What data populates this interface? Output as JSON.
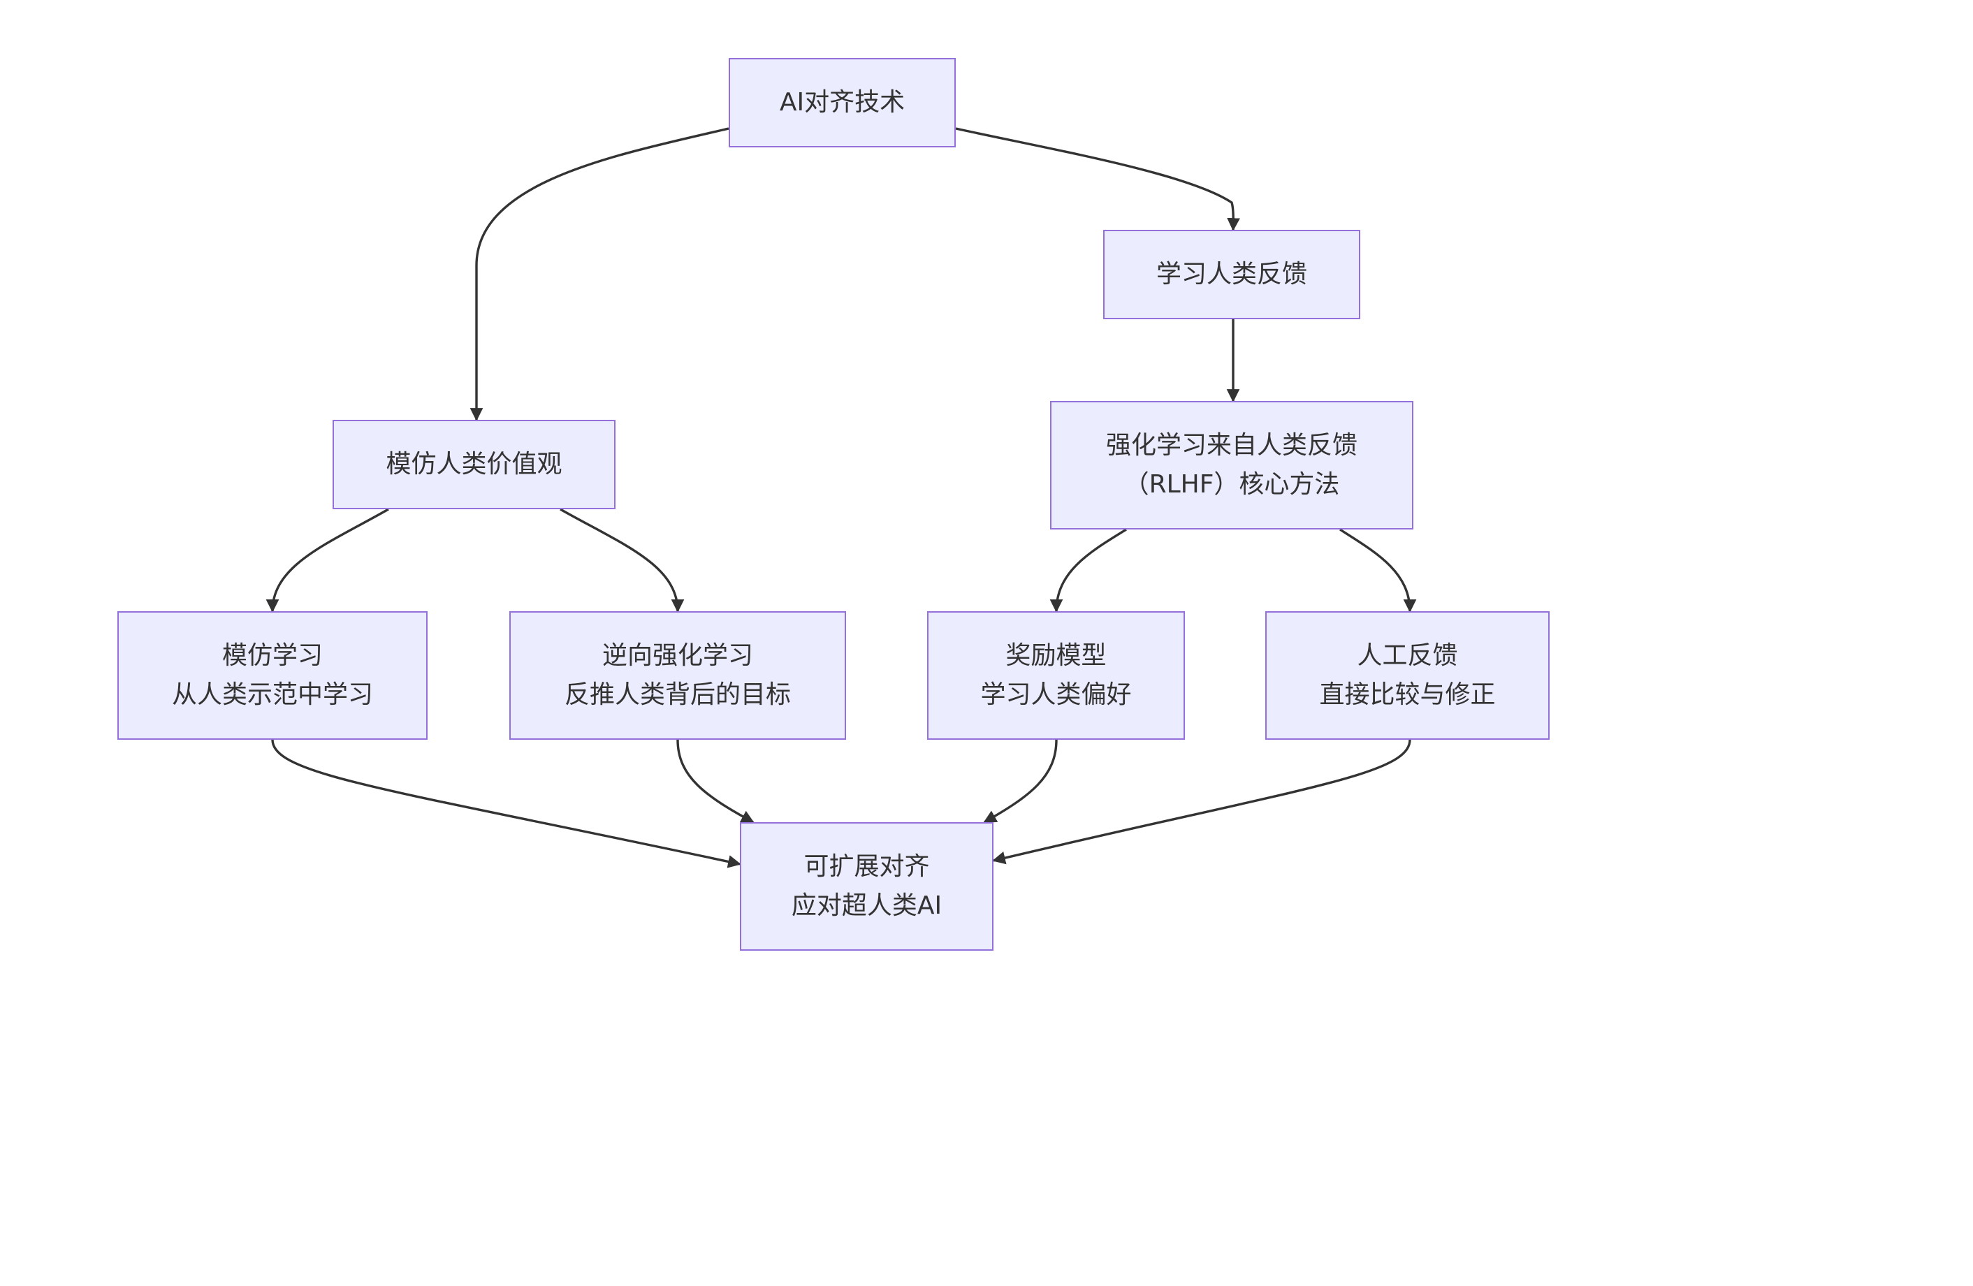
{
  "diagram": {
    "nodes": {
      "root": {
        "lines": [
          "AI对齐技术"
        ]
      },
      "learn": {
        "lines": [
          "学习人类反馈"
        ]
      },
      "imitate": {
        "lines": [
          "模仿人类价值观"
        ]
      },
      "rlhf": {
        "lines": [
          "强化学习来自人类反馈",
          "（RLHF）核心方法"
        ]
      },
      "il": {
        "lines": [
          "模仿学习",
          "从人类示范中学习"
        ]
      },
      "irl": {
        "lines": [
          "逆向强化学习",
          "反推人类背后的目标"
        ]
      },
      "reward": {
        "lines": [
          "奖励模型",
          "学习人类偏好"
        ]
      },
      "human": {
        "lines": [
          "人工反馈",
          "直接比较与修正"
        ]
      },
      "scale": {
        "lines": [
          "可扩展对齐",
          "应对超人类AI"
        ]
      }
    },
    "edges": [
      {
        "from": "root",
        "to": "imitate"
      },
      {
        "from": "root",
        "to": "learn"
      },
      {
        "from": "learn",
        "to": "rlhf"
      },
      {
        "from": "imitate",
        "to": "il"
      },
      {
        "from": "imitate",
        "to": "irl"
      },
      {
        "from": "rlhf",
        "to": "reward"
      },
      {
        "from": "rlhf",
        "to": "human"
      },
      {
        "from": "il",
        "to": "scale"
      },
      {
        "from": "irl",
        "to": "scale"
      },
      {
        "from": "reward",
        "to": "scale"
      },
      {
        "from": "human",
        "to": "scale"
      }
    ],
    "colors": {
      "node_fill": "#ececff",
      "node_border": "#9370db",
      "edge": "#333333",
      "text": "#333333"
    }
  }
}
